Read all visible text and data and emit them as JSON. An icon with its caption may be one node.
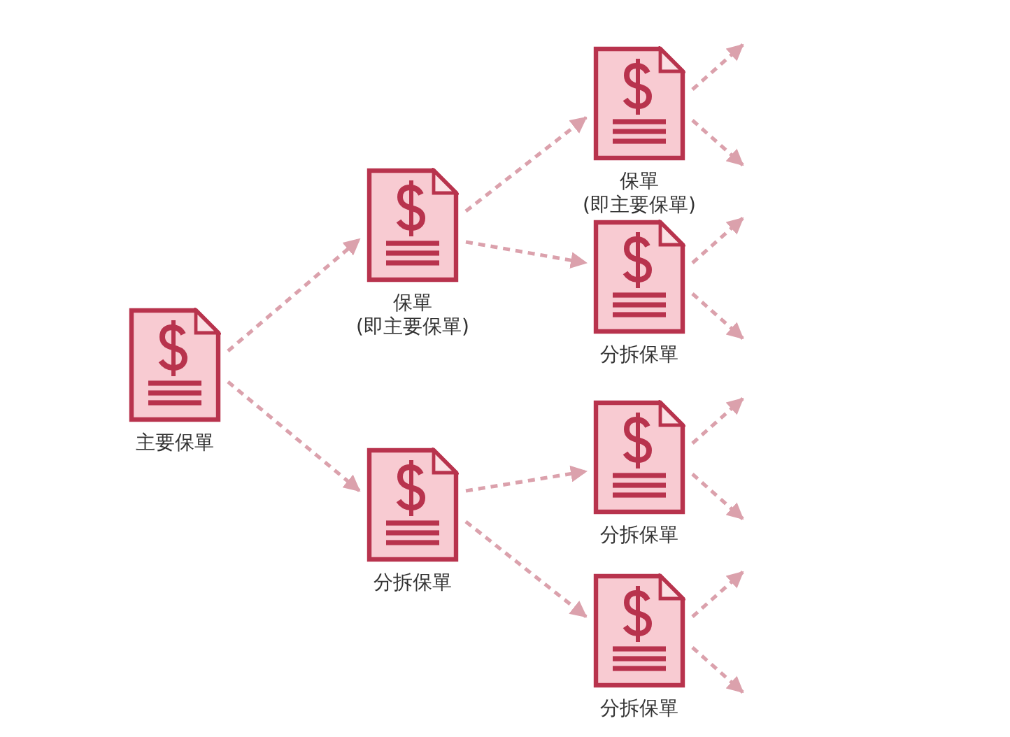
{
  "diagram": {
    "nodes": [
      {
        "text": [
          "主要保單"
        ]
      },
      {
        "text": [
          "保單(即主要保單)"
        ]
      },
      {
        "text": [
          "分拆保單"
        ]
      },
      {
        "text": [
          "保單(即主要保單)"
        ]
      },
      {
        "text": [
          "分拆保單"
        ]
      },
      {
        "text": [
          "分拆保單"
        ]
      },
      {
        "text": [
          "分拆保單"
        ]
      }
    ],
    "edges": [
      {
        "from": 0,
        "to": 1,
        "arrow": "to",
        "style": "dashed"
      },
      {
        "from": 0,
        "to": 2,
        "arrow": "to",
        "style": "dashed"
      },
      {
        "from": 1,
        "to": 3,
        "arrow": "to",
        "style": "dashed"
      },
      {
        "from": 1,
        "to": 4,
        "arrow": "to",
        "style": "dashed"
      },
      {
        "from": 2,
        "to": 5,
        "arrow": "to",
        "style": "dashed"
      },
      {
        "from": 2,
        "to": 6,
        "arrow": "to",
        "style": "dashed"
      },
      {
        "from": 3,
        "to": null,
        "arrow": "to",
        "style": "dashed"
      },
      {
        "from": 3,
        "to": null,
        "arrow": "to",
        "style": "dashed"
      },
      {
        "from": 4,
        "to": null,
        "arrow": "to",
        "style": "dashed"
      },
      {
        "from": 4,
        "to": null,
        "arrow": "to",
        "style": "dashed"
      },
      {
        "from": 5,
        "to": null,
        "arrow": "to",
        "style": "dashed"
      },
      {
        "from": 5,
        "to": null,
        "arrow": "to",
        "style": "dashed"
      },
      {
        "from": 6,
        "to": null,
        "arrow": "to",
        "style": "dashed"
      },
      {
        "from": 6,
        "to": null,
        "arrow": "to",
        "style": "dashed"
      }
    ]
  }
}
